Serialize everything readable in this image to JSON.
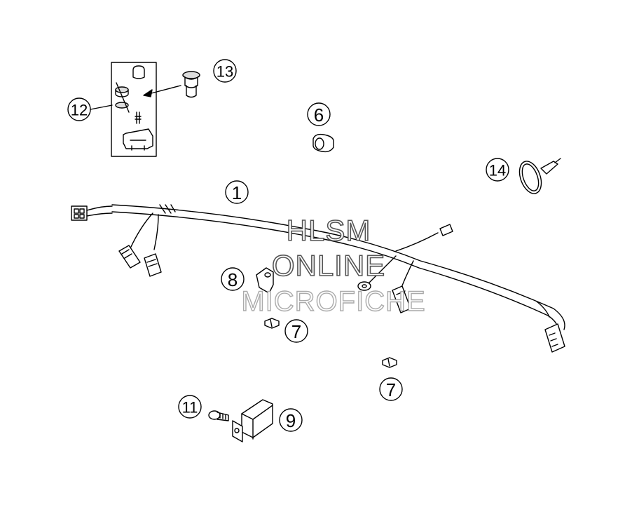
{
  "callouts": {
    "c1": "1",
    "c6": "6",
    "c7a": "7",
    "c7b": "7",
    "c8": "8",
    "c9": "9",
    "c11": "11",
    "c12": "12",
    "c13": "13",
    "c14": "14"
  },
  "watermark": {
    "line1": "HLSM",
    "line2": "ONLINE",
    "line3": "MICROFICHE"
  },
  "colors": {
    "ink": "#000000",
    "watermark_outline": "#555555",
    "watermark_sub_outline": "#aaaaaa"
  }
}
